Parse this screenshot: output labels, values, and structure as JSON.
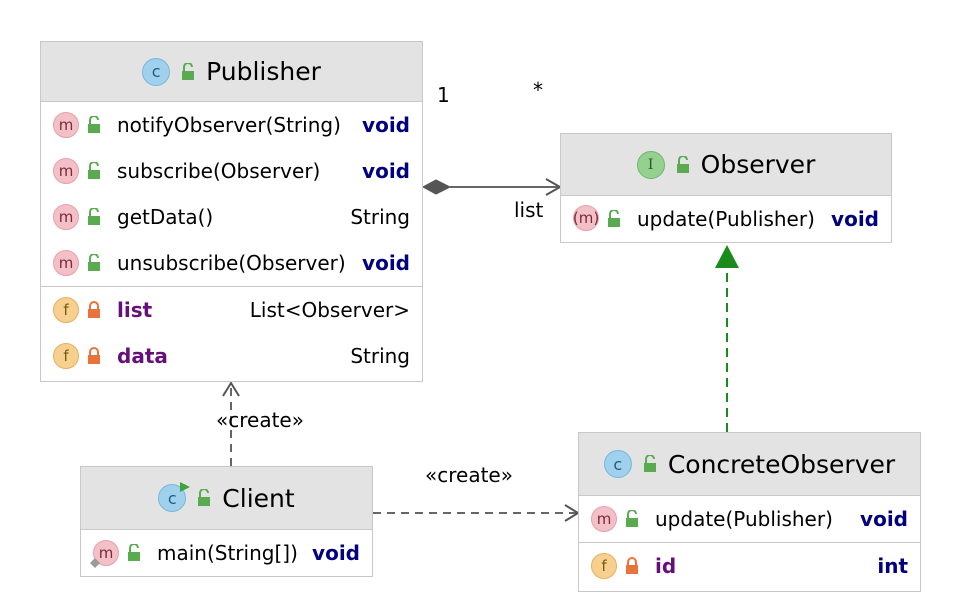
{
  "publisher": {
    "icon": "class-icon",
    "name": "Publisher",
    "methods": [
      {
        "name": "notifyObserver(String)",
        "type": "void"
      },
      {
        "name": "subscribe(Observer)",
        "type": "void"
      },
      {
        "name": "getData()",
        "type": "String"
      },
      {
        "name": "unsubscribe(Observer)",
        "type": "void"
      }
    ],
    "fields": [
      {
        "name": "list",
        "type": "List<Observer>"
      },
      {
        "name": "data",
        "type": "String"
      }
    ]
  },
  "observer": {
    "icon": "interface-icon",
    "name": "Observer",
    "methods": [
      {
        "name": "update(Publisher)",
        "type": "void"
      }
    ]
  },
  "concrete_observer": {
    "icon": "class-icon",
    "name": "ConcreteObserver",
    "methods": [
      {
        "name": "update(Publisher)",
        "type": "void"
      }
    ],
    "fields": [
      {
        "name": "id",
        "type": "int"
      }
    ]
  },
  "client": {
    "icon": "runnable-class-icon",
    "name": "Client",
    "methods": [
      {
        "name": "main(String[])",
        "type": "void"
      }
    ]
  },
  "relations": {
    "composition_multiplicity_source": "1",
    "composition_multiplicity_target": "*",
    "composition_role": "list",
    "client_publisher_label": "«create»",
    "client_concrete_label": "«create»"
  },
  "badge_letters": {
    "method": "m",
    "field": "f",
    "class": "c",
    "interface": "I"
  },
  "colors": {
    "header_bg": "#e3e3e3",
    "keyword": "#000080",
    "field_name": "#660e7a",
    "realization_arrow": "#1a8a1a",
    "edge": "#666666"
  }
}
